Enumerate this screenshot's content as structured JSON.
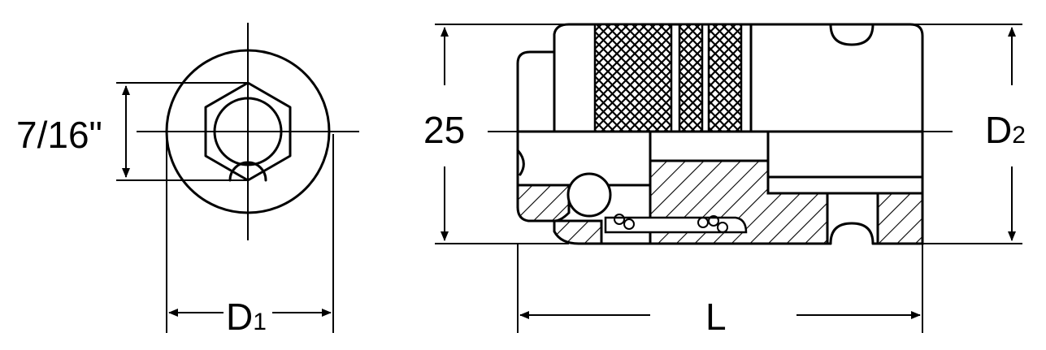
{
  "labels": {
    "hex": "7/16\"",
    "height": "25",
    "d1_main": "D",
    "d1_sub": "1",
    "d2_main": "D",
    "d2_sub": "2",
    "length": "L"
  }
}
